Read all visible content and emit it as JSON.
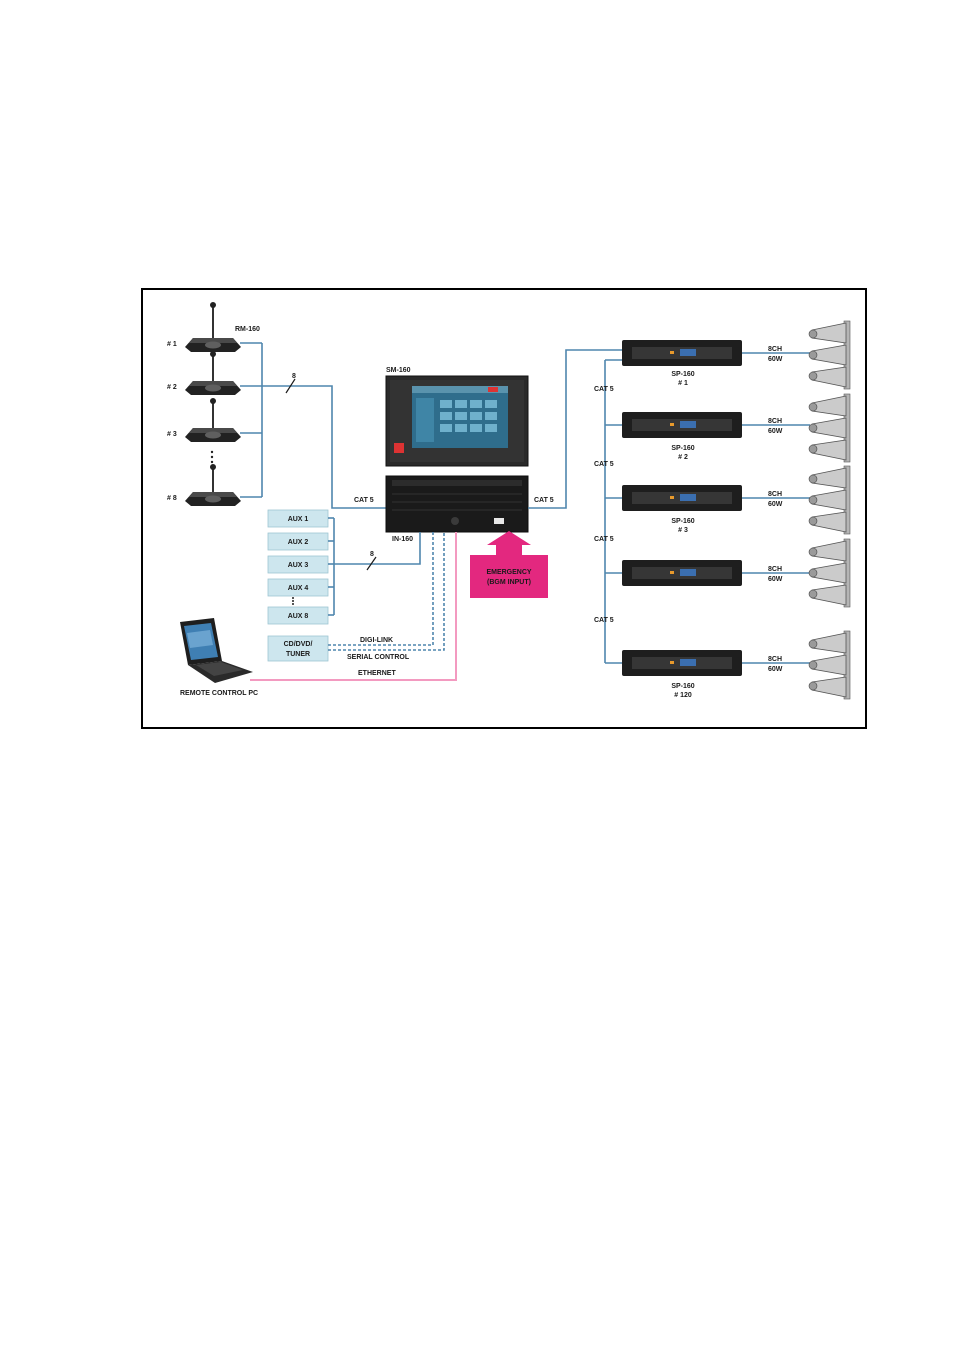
{
  "microphones": {
    "model": "RM-160",
    "units": [
      {
        "label": "# 1"
      },
      {
        "label": "# 2"
      },
      {
        "label": "# 3"
      },
      {
        "label": "# 8"
      }
    ],
    "bus_count": "8"
  },
  "monitor": {
    "model": "SM-160"
  },
  "main_unit": {
    "model": "IN-160"
  },
  "links": {
    "input_cable": "CAT 5",
    "output_cable": "CAT 5",
    "amp_chain": [
      "CAT 5",
      "CAT 5",
      "CAT 5",
      "CAT 5"
    ],
    "digi_link": "DIGI-LINK",
    "serial": "SERIAL CONTROL",
    "ethernet": "ETHERNET"
  },
  "aux_inputs": {
    "items": [
      "AUX 1",
      "AUX 2",
      "AUX 3",
      "AUX 4",
      "AUX 8"
    ],
    "bus_count": "8"
  },
  "source": {
    "line1": "CD/DVD/",
    "line2": "TUNER"
  },
  "emergency": {
    "line1": "EMERGENCY",
    "line2": "(BGM INPUT)"
  },
  "pc": {
    "label": "REMOTE CONTROL PC"
  },
  "amplifiers": [
    {
      "model": "SP-160",
      "id": "# 1"
    },
    {
      "model": "SP-160",
      "id": "# 2"
    },
    {
      "model": "SP-160",
      "id": "# 3"
    },
    {
      "model": "SP-160",
      "id": "# 120"
    }
  ],
  "speaker_output": {
    "channels": "8CH",
    "power": "60W"
  },
  "colors": {
    "signal_line": "#4f86ad",
    "ethernet_line": "#f39ac0",
    "emergency": "#e3287f",
    "aux_box": "#cde6ee",
    "frame": "#000000"
  },
  "icons": [
    "microphone-icon",
    "monitor-icon",
    "rack-unit-icon",
    "amplifier-icon",
    "speaker-icon",
    "laptop-icon",
    "arrow-up-icon"
  ]
}
